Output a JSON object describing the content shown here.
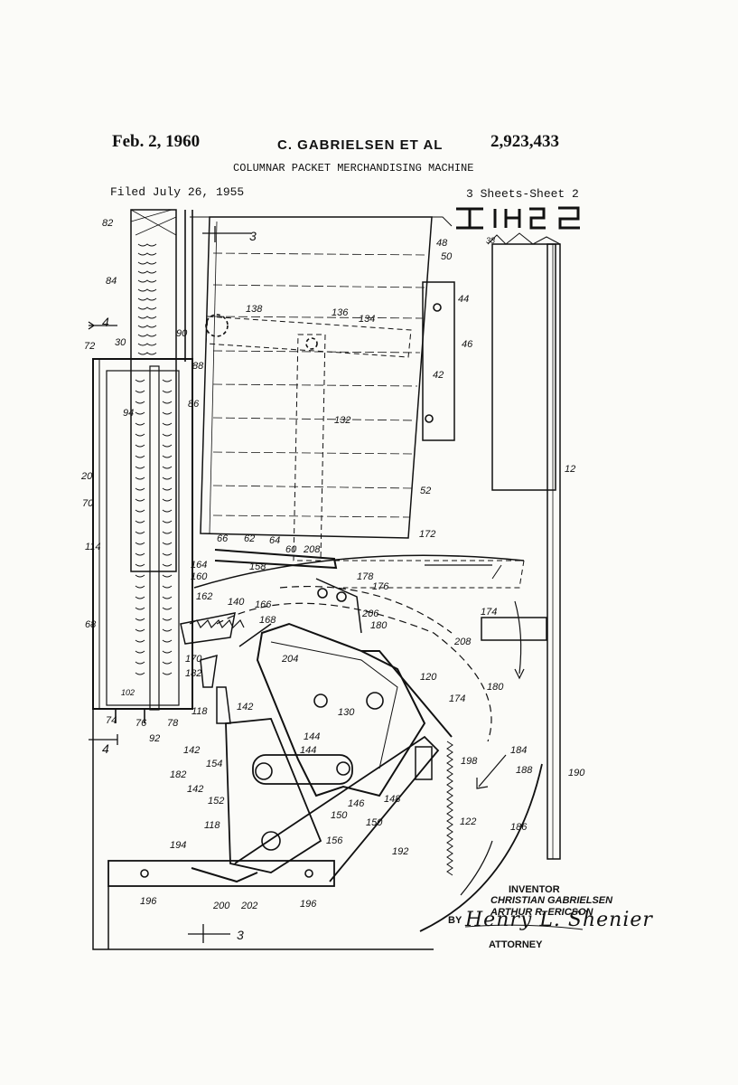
{
  "header": {
    "date": "Feb. 2, 1960",
    "inventors": "C. GABRIELSEN ET AL",
    "patent_number": "2,923,433",
    "title": "COLUMNAR PACKET MERCHANDISING MACHINE",
    "filed": "Filed July 26, 1955",
    "sheets": "3 Sheets-Sheet 2"
  },
  "figure": {
    "fig_label": "Fig 2",
    "section_markers": [
      "3",
      "3",
      "4",
      "4"
    ],
    "reference_numerals": [
      "82",
      "84",
      "30",
      "72",
      "90",
      "88",
      "94",
      "86",
      "20",
      "70",
      "114",
      "68",
      "102",
      "74",
      "76",
      "78",
      "92",
      "48",
      "50",
      "38",
      "44",
      "46",
      "42",
      "138",
      "136",
      "134",
      "132",
      "52",
      "12",
      "172",
      "66",
      "62",
      "64",
      "60",
      "208",
      "158",
      "178",
      "176",
      "164",
      "160",
      "162",
      "140",
      "166",
      "168",
      "204",
      "206",
      "180",
      "174",
      "208",
      "170",
      "182",
      "118",
      "142",
      "120",
      "130",
      "144",
      "144",
      "174",
      "180",
      "142",
      "182",
      "154",
      "184",
      "188",
      "190",
      "198",
      "142",
      "152",
      "118",
      "146",
      "148",
      "150",
      "150",
      "186",
      "122",
      "194",
      "192",
      "156",
      "196",
      "200",
      "202",
      "196"
    ],
    "colors": {
      "ink": "#111111",
      "paper": "#fbfbf8"
    }
  },
  "signatures": {
    "inventor_heading": "INVENTOR",
    "inventor_1": "CHRISTIAN GABRIELSEN",
    "inventor_2": "ARTHUR R. ERICSON",
    "by": "BY",
    "signature": "Henry L. Shenier",
    "attorney": "ATTORNEY"
  }
}
